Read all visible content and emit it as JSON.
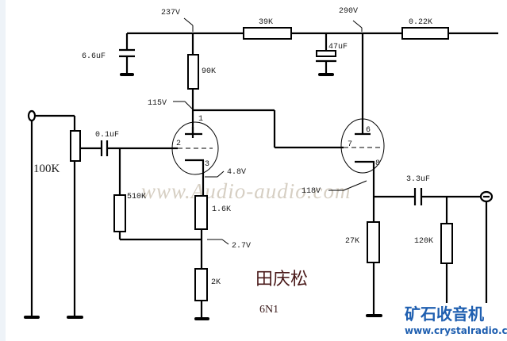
{
  "title": "6N1 two-stage tube preamp schematic",
  "supply_labels": {
    "v_b1": "237V",
    "v_b2": "290V"
  },
  "components": {
    "c_filter1": "6.6uF",
    "r_plate1": "90K",
    "r_drop1": "39K",
    "c_filter2": "47uF",
    "r_drop2": "0.22K",
    "pot_input": "100K",
    "c_input": "0.1uF",
    "r_grid_bias": "510K",
    "r_cathode1a": "1.6K",
    "r_cathode1b": "2K",
    "r_cathode2": "27K",
    "c_output": "3.3uF",
    "r_output": "120K"
  },
  "voltages": {
    "plate1": "115V",
    "cathode1": "4.8V",
    "cathode_tap": "2.7V",
    "cathode2": "118V"
  },
  "tube1_pins": [
    "1",
    "2",
    "3"
  ],
  "tube2_pins": [
    "6",
    "7",
    "8"
  ],
  "author": "田庆松",
  "tube_type": "6N1",
  "watermark": "www.Audio-audio.com",
  "brand": {
    "name_cn": "矿石收音机",
    "url": "www.crystalradio.cn"
  }
}
